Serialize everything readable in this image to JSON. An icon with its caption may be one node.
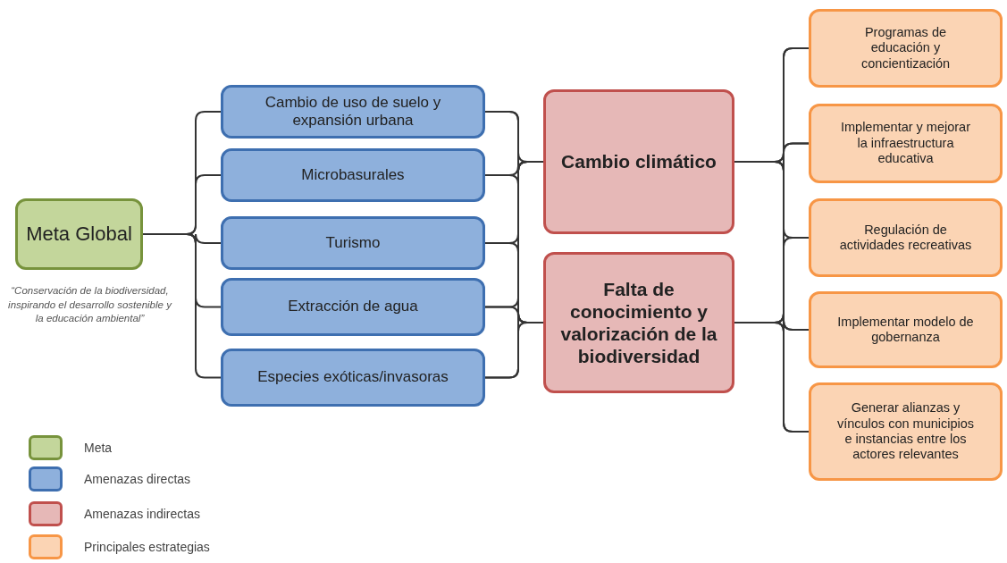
{
  "diagram": {
    "nodes": [
      {
        "text": [
          "Meta Global"
        ],
        "beside": [
          "“Conservación de la biodiversidad, inspirando el desarrollo sostenible y la educación ambiental”"
        ]
      },
      {
        "text": [
          "Cambio de uso de suelo y expansión urbana"
        ]
      },
      {
        "text": [
          "Microbasurales"
        ]
      },
      {
        "text": [
          "Turismo"
        ]
      },
      {
        "text": [
          "Extracción de agua"
        ]
      },
      {
        "text": [
          "Especies exóticas/invasoras"
        ]
      },
      {
        "text": [
          "Cambio climático"
        ]
      },
      {
        "text": [
          "Falta de conocimiento y valorización de la biodiversidad"
        ]
      },
      {
        "text": [
          "Programas de educación y concientización"
        ]
      },
      {
        "text": [
          "Implementar y mejorar la infraestructura educativa"
        ]
      },
      {
        "text": [
          "Regulación de actividades recreativas"
        ]
      },
      {
        "text": [
          "Implementar modelo de gobernanza"
        ]
      },
      {
        "text": [
          "Generar alianzas y vínculos con municipios e instancias entre los actores relevantes"
        ]
      }
    ],
    "edges": [
      {
        "from": 0,
        "to": 1,
        "arrow": "none"
      },
      {
        "from": 0,
        "to": 2,
        "arrow": "none"
      },
      {
        "from": 0,
        "to": 3,
        "arrow": "none"
      },
      {
        "from": 0,
        "to": 4,
        "arrow": "none"
      },
      {
        "from": 0,
        "to": 5,
        "arrow": "none"
      },
      {
        "from": 1,
        "to": 6,
        "arrow": "none"
      },
      {
        "from": 2,
        "to": 6,
        "arrow": "none"
      },
      {
        "from": 3,
        "to": 6,
        "arrow": "none"
      },
      {
        "from": 4,
        "to": 6,
        "arrow": "none"
      },
      {
        "from": 5,
        "to": 6,
        "arrow": "none"
      },
      {
        "from": 1,
        "to": 7,
        "arrow": "none"
      },
      {
        "from": 2,
        "to": 7,
        "arrow": "none"
      },
      {
        "from": 3,
        "to": 7,
        "arrow": "none"
      },
      {
        "from": 4,
        "to": 7,
        "arrow": "none"
      },
      {
        "from": 5,
        "to": 7,
        "arrow": "none"
      },
      {
        "from": 6,
        "to": 8,
        "arrow": "none"
      },
      {
        "from": 6,
        "to": 9,
        "arrow": "none"
      },
      {
        "from": 6,
        "to": 10,
        "arrow": "none"
      },
      {
        "from": 6,
        "to": 11,
        "arrow": "none"
      },
      {
        "from": 6,
        "to": 12,
        "arrow": "none"
      },
      {
        "from": 7,
        "to": 8,
        "arrow": "none"
      },
      {
        "from": 7,
        "to": 9,
        "arrow": "none"
      },
      {
        "from": 7,
        "to": 10,
        "arrow": "none"
      },
      {
        "from": 7,
        "to": 11,
        "arrow": "none"
      },
      {
        "from": 7,
        "to": 12,
        "arrow": "none"
      }
    ],
    "legend": [
      {
        "text": "Meta",
        "color": "#c3d69b"
      },
      {
        "text": "Amenazas directas",
        "color": "#8eb0dc"
      },
      {
        "text": "Amenazas indirectas",
        "color": "#e6b8b7"
      },
      {
        "text": "Principales estrategias",
        "color": "#fbd4b4"
      }
    ]
  }
}
